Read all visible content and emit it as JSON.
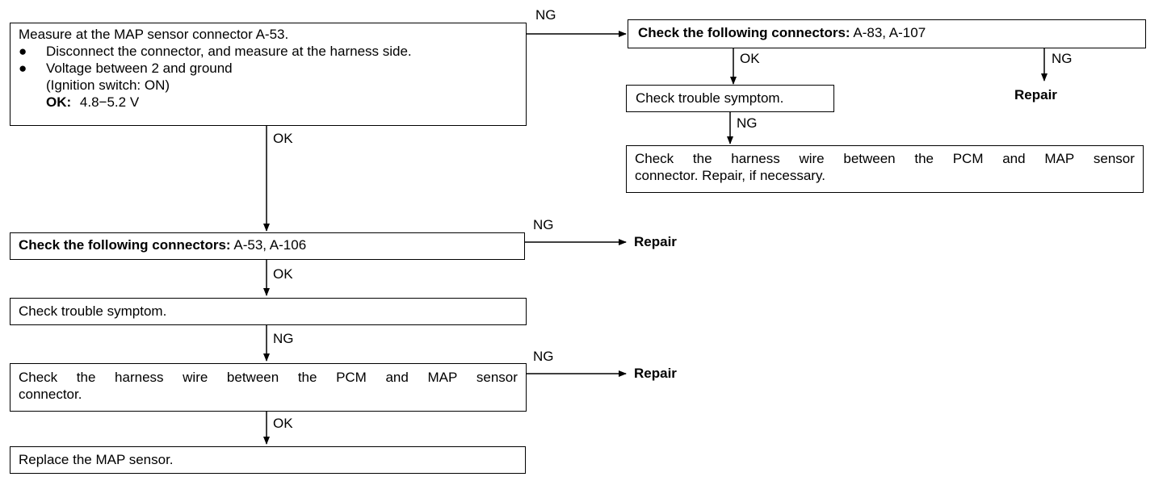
{
  "box1": {
    "line1": "Measure at the MAP sensor connector A-53.",
    "bullet": "●",
    "bullet1": "Disconnect the connector, and measure at the harness side.",
    "bullet2": "Voltage between 2 and ground",
    "sub": "(Ignition switch: ON)",
    "ok_label": "OK:",
    "ok_value": "4.8−5.2 V"
  },
  "box2": {
    "bold": "Check the following connectors:",
    "rest": "A-83, A-107"
  },
  "box3": {
    "text": "Check trouble symptom."
  },
  "box4": {
    "line1": [
      "Check",
      "the",
      "harness",
      "wire",
      "between",
      "the",
      "PCM",
      "and",
      "MAP",
      "sensor"
    ],
    "line2": "connector. Repair, if necessary."
  },
  "box5": {
    "bold": "Check the following connectors:",
    "rest": "A-53, A-106"
  },
  "box6": {
    "text": "Check trouble symptom."
  },
  "box7": {
    "line1": [
      "Check",
      "the",
      "harness",
      "wire",
      "between",
      "the",
      "PCM",
      "and",
      "MAP",
      "sensor"
    ],
    "line2": "connector."
  },
  "box8": {
    "text": "Replace the MAP sensor."
  },
  "labels": {
    "ng": "NG",
    "ok": "OK",
    "repair": "Repair"
  }
}
